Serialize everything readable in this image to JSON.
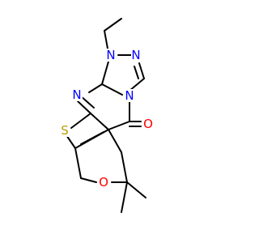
{
  "diagram": {
    "type": "chemical-structure",
    "atoms": [
      {
        "id": "N_ethyl",
        "symbol": "N",
        "color": "#0000ff"
      },
      {
        "id": "N_triazole",
        "symbol": "N",
        "color": "#0000ff"
      },
      {
        "id": "N_pyrimidine",
        "symbol": "N",
        "color": "#0000ff"
      },
      {
        "id": "N_bridge",
        "symbol": "N",
        "color": "#0000ff"
      },
      {
        "id": "S_thiophene",
        "symbol": "S",
        "color": "#b8a000"
      },
      {
        "id": "O_carbonyl",
        "symbol": "O",
        "color": "#ff0000"
      },
      {
        "id": "O_pyran",
        "symbol": "O",
        "color": "#ff0000"
      }
    ],
    "bond_color": "#000000"
  }
}
